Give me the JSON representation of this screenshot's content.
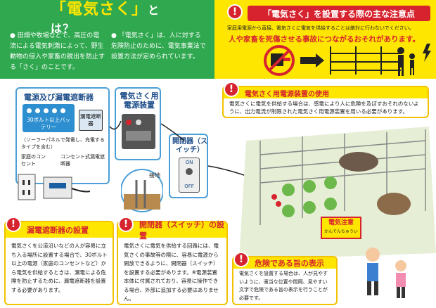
{
  "header_left": {
    "title_open": "「電気さく」",
    "title_tail": "とは？",
    "col_a": "田畑や牧場などで、高圧の電流による電気刺激によって、野生動物の侵入や家畜の脱出を防止する「さく」のことです。",
    "col_b": "「電気さく」は、人に対する危険防止のために、電気事業法で設置方法が定められています。"
  },
  "header_right": {
    "title": "「電気さく」を設置する際の主な注意点",
    "subtitle": "家庭用電源から直接、電気さくに電気を供給することは絶対に行わないでください。",
    "danger": "人や家畜を死傷させる事故につながるおそれがあります。"
  },
  "diagram": {
    "breaker_panel_title": "電源及び漏電遮断器",
    "battery_label": "30ボルト以上バッテリー",
    "breaker_label": "漏電遮断器",
    "solar_note": "（ソーラーパネルで発電し、充電するタイプを含む）",
    "outlet_label": "家庭のコンセント",
    "outlet_breaker_label": "コンセント式漏電遮断器",
    "power_device_title": "電気さく用電源装置",
    "switch_title": "開閉器（スイッチ）",
    "switch_on": "ON",
    "switch_off": "OFF",
    "ground_label": "接地",
    "sign_title": "電気注意",
    "sign_sub": "かんでんちゅうい"
  },
  "callouts": {
    "power_device": {
      "title": "電気さく用電源装置の使用",
      "body": "電気さくに電気を供給する場合は、感電により人に危険を及ぼすおそれのないように、出力電流が制限された電気さく用電源装置を用いる必要があります。"
    },
    "breaker": {
      "title": "漏電遮断器の設置",
      "body": "電気さくを公道沿いなどの人が容易に立ち入る場所に設置する場合で、30ボルト以上の電源（家庭のコンセントなど）から電気を供給するときは、漏電による危険を防止するために、漏電遮断器を設置する必要があります。"
    },
    "switch": {
      "title": "開閉器（スイッチ）の設置",
      "body": "電気さくに電気を供給する回路には、電気さくの事故等の際に、容易に電源から開放できるように、開閉器（スイッチ）を設置する必要があります。※電源装置本体に付属されており、容易に操作できる場合、外部に追加する必要はありません。"
    },
    "sign": {
      "title": "危険である旨の表示",
      "body": "電気さくを設置する場合は、人が見やすいように、適当な位置や間隔、見やすい文字で危険である旨の表示を行うことが必要です。"
    }
  },
  "colors": {
    "green": "#2fa84f",
    "yellow": "#ffe600",
    "red": "#d7232e",
    "blue_border": "#4a9fd8"
  }
}
